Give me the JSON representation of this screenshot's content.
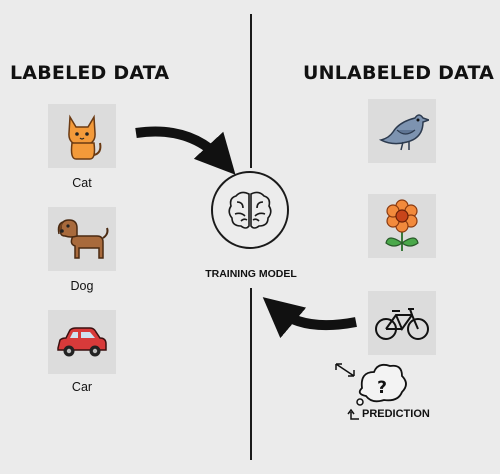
{
  "headings": {
    "labeled": "LABELED DATA",
    "unlabeled": "UNLABELED DATA"
  },
  "labeled_items": [
    {
      "label": "Cat",
      "icon": "cat-icon"
    },
    {
      "label": "Dog",
      "icon": "dog-icon"
    },
    {
      "label": "Car",
      "icon": "car-icon"
    }
  ],
  "unlabeled_items": [
    {
      "icon": "bird-icon"
    },
    {
      "icon": "flower-icon"
    },
    {
      "icon": "bicycle-icon"
    }
  ],
  "center": {
    "label": "TRAINING MODEL",
    "icon": "brain-icon"
  },
  "prediction": {
    "label": "PREDICTION",
    "icon": "thought-bubble-question-icon"
  },
  "colors": {
    "background": "#ebebeb",
    "tile": "#dcdcdc",
    "arrow": "#111111",
    "cat": "#f39a3a",
    "dog": "#a86a3c",
    "car": "#d83a3a",
    "bird": "#7d93b0",
    "flower_petal": "#f28a3c",
    "flower_leaf": "#4aa84a"
  }
}
